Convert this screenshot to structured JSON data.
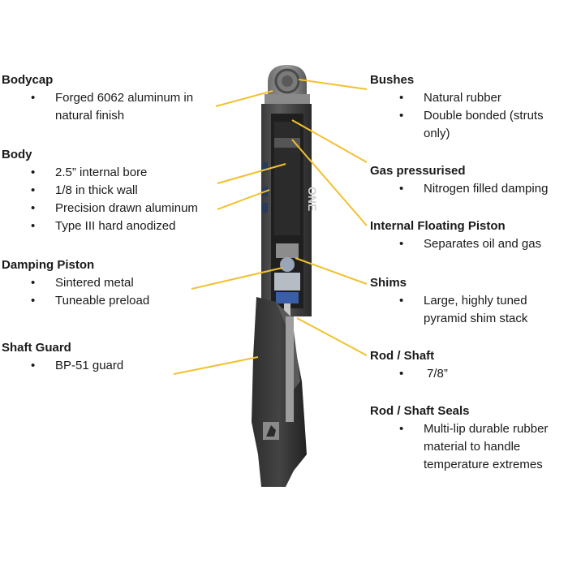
{
  "accent_color": "#f2c12e",
  "callouts_left": [
    {
      "title": "Bodycap",
      "items": [
        "Forged 6062 aluminum in natural finish"
      ]
    },
    {
      "title": "Body",
      "items": [
        "2.5” internal bore",
        "1/8 in thick wall",
        "Precision drawn aluminum",
        "Type III hard anodized"
      ]
    },
    {
      "title": "Damping Piston",
      "items": [
        "Sintered metal",
        "Tuneable preload"
      ]
    },
    {
      "title": "Shaft Guard",
      "items": [
        "BP-51 guard"
      ]
    }
  ],
  "callouts_right": [
    {
      "title": "Bushes",
      "items": [
        "Natural rubber",
        "Double bonded (struts only)"
      ]
    },
    {
      "title": "Gas pressurised",
      "items": [
        "Nitrogen filled damping"
      ]
    },
    {
      "title": "Internal Floating Piston",
      "items": [
        "Separates oil and gas"
      ]
    },
    {
      "title": "Shims",
      "items": [
        "Large, highly tuned pyramid shim stack"
      ]
    },
    {
      "title": "Rod / Shaft",
      "items": [
        "7/8”"
      ]
    },
    {
      "title": "Rod / Shaft Seals",
      "items": [
        "Multi-lip durable rubber material to handle temperature extremes"
      ]
    }
  ],
  "bullet": "•",
  "product_text": "ONE"
}
